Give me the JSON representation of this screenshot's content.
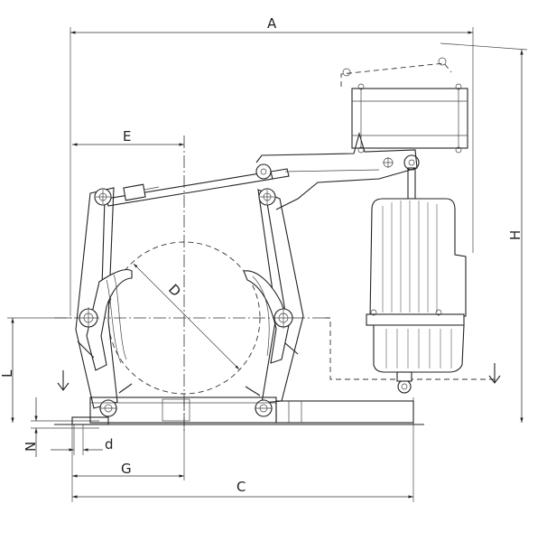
{
  "drawing": {
    "dimension_labels": {
      "A": "A",
      "E": "E",
      "D": "D",
      "H": "H",
      "L": "L",
      "N": "N",
      "d": "d",
      "G": "G",
      "C": "C"
    }
  }
}
